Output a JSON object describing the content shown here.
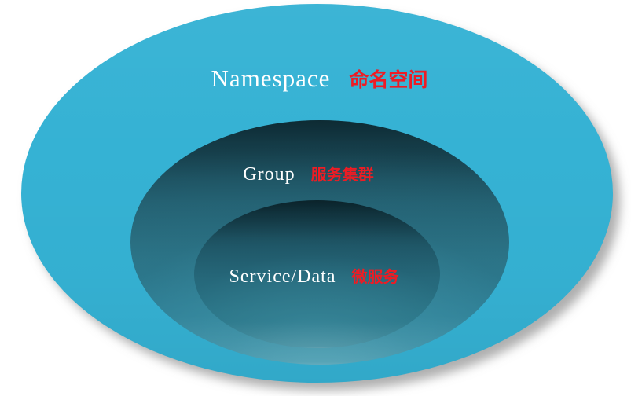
{
  "diagram": {
    "title": "Nacos data model concentric ellipses",
    "background_color": "#ffffff",
    "layers": [
      {
        "id": "namespace",
        "label_en": "Namespace",
        "label_cn": "命名空间",
        "fill_color": "#35b2d4",
        "text_color": "#ffffff",
        "cn_text_color": "#ee1c24"
      },
      {
        "id": "group",
        "label_en": "Group",
        "label_cn": "服务集群",
        "fill_color": "#2c7487",
        "text_color": "#ffffff",
        "cn_text_color": "#ee1c24"
      },
      {
        "id": "service",
        "label_en": "Service/Data",
        "label_cn": "微服务",
        "fill_color": "#276a7c",
        "text_color": "#ffffff",
        "cn_text_color": "#ee1c24"
      }
    ]
  }
}
